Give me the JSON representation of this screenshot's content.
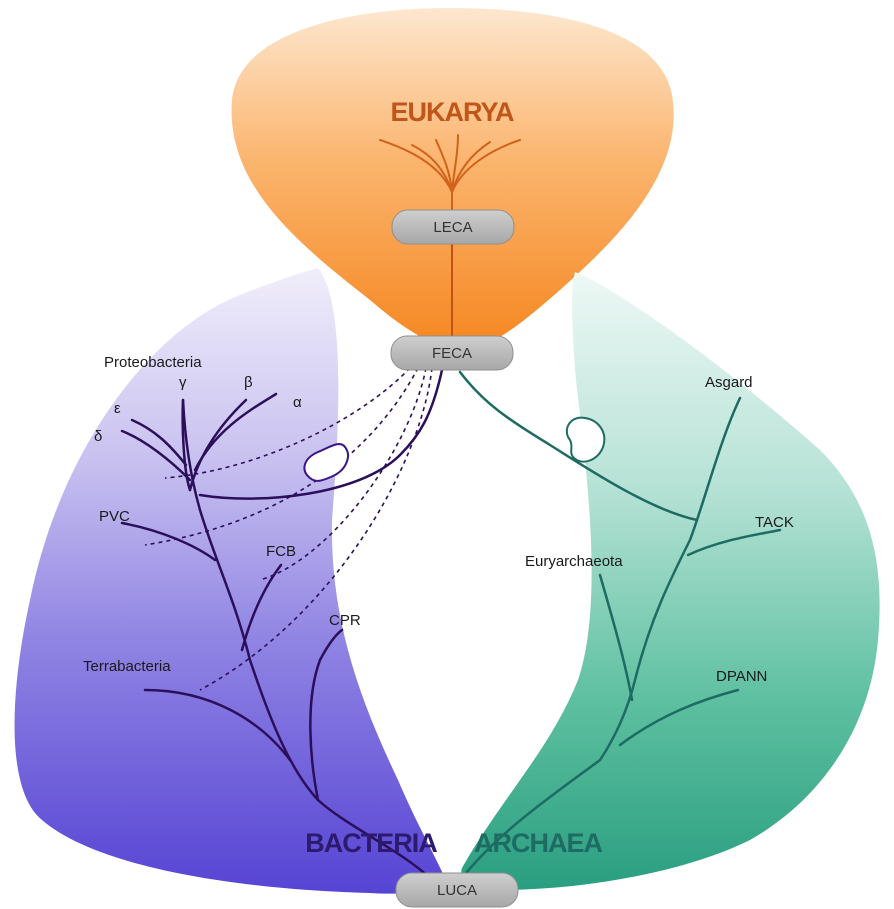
{
  "domains": {
    "eukarya": "EUKARYA",
    "bacteria": "BACTERIA",
    "archaea": "ARCHAEA"
  },
  "nodes": {
    "leca": "LECA",
    "feca": "FECA",
    "luca": "LUCA"
  },
  "bacteria_clades": {
    "proteobacteria": "Proteobacteria",
    "gamma": "γ",
    "beta": "β",
    "alpha": "α",
    "epsilon": "ε",
    "delta": "δ",
    "pvc": "PVC",
    "fcb": "FCB",
    "cpr": "CPR",
    "terrabacteria": "Terrabacteria"
  },
  "archaea_clades": {
    "asgard": "Asgard",
    "tack": "TACK",
    "euryarchaeota": "Euryarchaeota",
    "dpann": "DPANN"
  },
  "colors": {
    "eukarya_fill": "#f6922e",
    "eukarya_text": "#c0561a",
    "bacteria_fill": "#5b4bd6",
    "bacteria_line": "#2b0f5a",
    "archaea_fill": "#2fa98a",
    "archaea_line": "#1d6b62",
    "node_fill": "#b9b9b9"
  }
}
